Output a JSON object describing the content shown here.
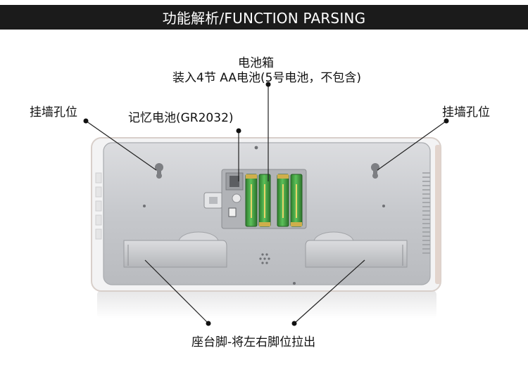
{
  "header": {
    "title": "功能解析/FUNCTION PARSING"
  },
  "callouts": {
    "battery_box_title": "电池箱",
    "battery_box_desc": "装入4节 AA电池(5号电池，不包含)",
    "memory_battery": "记忆电池(GR2032)",
    "hang_hole_left": "挂墙孔位",
    "hang_hole_right": "挂墙孔位",
    "stand": "座台脚-将左右脚位拉出"
  },
  "colors": {
    "header_bg": "#1b1b1b",
    "panel": "#c9cbce",
    "frame": "#f0f0f1",
    "battery_green": "#3f9a3c",
    "battery_gold": "#cfae4b"
  }
}
